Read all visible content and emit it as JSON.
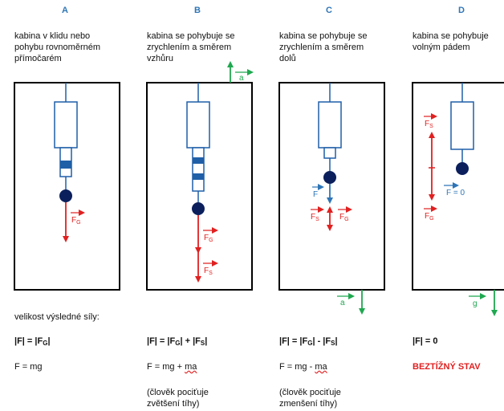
{
  "columns": [
    {
      "letter": "A",
      "desc": "kabina v klidu nebo\npohybu rovnoměrném\npřímočarém"
    },
    {
      "letter": "B",
      "desc": "kabina se pohybuje se\nzrychlením a směrem\nvzhůru"
    },
    {
      "letter": "C",
      "desc": "kabina se pohybuje se\nzrychlením a směrem\ndolů"
    },
    {
      "letter": "D",
      "desc": "kabina se pohybuje\nvolným pádem"
    }
  ],
  "resultant_label": "velikost výsledné síly:",
  "formulas": {
    "A_abs": "|F| = |F",
    "A_abs_sub": "G",
    "A_abs_end": "|",
    "A_simple": "F = mg",
    "B_abs": "|F| = |F",
    "B_abs_sub1": "G",
    "B_abs_mid": "| + |F",
    "B_abs_sub2": "S",
    "B_abs_end": "|",
    "B_simple_1": "F = mg + ",
    "B_simple_2": "ma",
    "B_note": "(člověk pociťuje\nzvětšení tíhy)",
    "C_abs": "|F| = |F",
    "C_abs_sub1": "G",
    "C_abs_mid": "| - |F",
    "C_abs_sub2": "S",
    "C_abs_end": "|",
    "C_simple_1": "F = mg - ",
    "C_simple_2": "ma",
    "C_note": "(člověk pociťuje\nzmenšení tíhy)",
    "D_abs": "|F| = 0",
    "D_state": "BEZTÍŽNÝ STAV"
  },
  "labels": {
    "FG": "F",
    "FG_sub": "G",
    "FS": "F",
    "FS_sub": "S",
    "F": "F",
    "F0": "F  = 0",
    "a": "a",
    "g": "g"
  },
  "colors": {
    "red": "#e02020",
    "blue": "#2e75b6",
    "green": "#1fa84f",
    "ink": "#000000",
    "spring": "#1f5fa8"
  }
}
